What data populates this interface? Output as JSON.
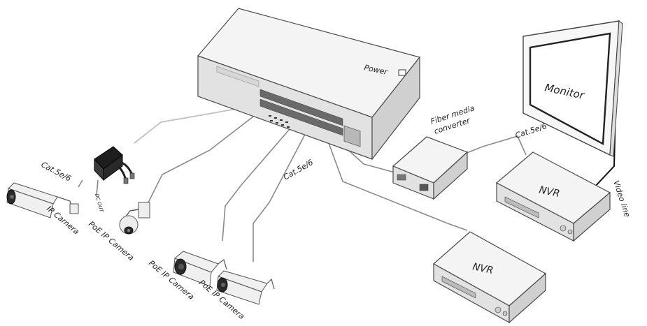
{
  "labels": {
    "power": "Power",
    "fiber": "Fiber media converter",
    "fiber_line1": "Fiber media",
    "fiber_line2": "converter",
    "monitor": "Monitor",
    "cat_left": "Cat.5e/6",
    "cat_mid": "Cat.5e/6",
    "cat_right": "Cat.5e/6",
    "nvr_top": "NVR",
    "nvr_bottom": "NVR",
    "video_line": "Video line",
    "dc_out": "DC OUT",
    "ip_camera": "IP Camera",
    "poe_ip_camera_dome": "PoE IP Camera",
    "poe_ip_camera_bullet1": "PoE IP Camera",
    "poe_ip_camera_bullet2": "PoE IP Camera"
  },
  "colors": {
    "outline": "#4a4a4a",
    "cable": "#8a8a8a",
    "text": "#222222"
  }
}
